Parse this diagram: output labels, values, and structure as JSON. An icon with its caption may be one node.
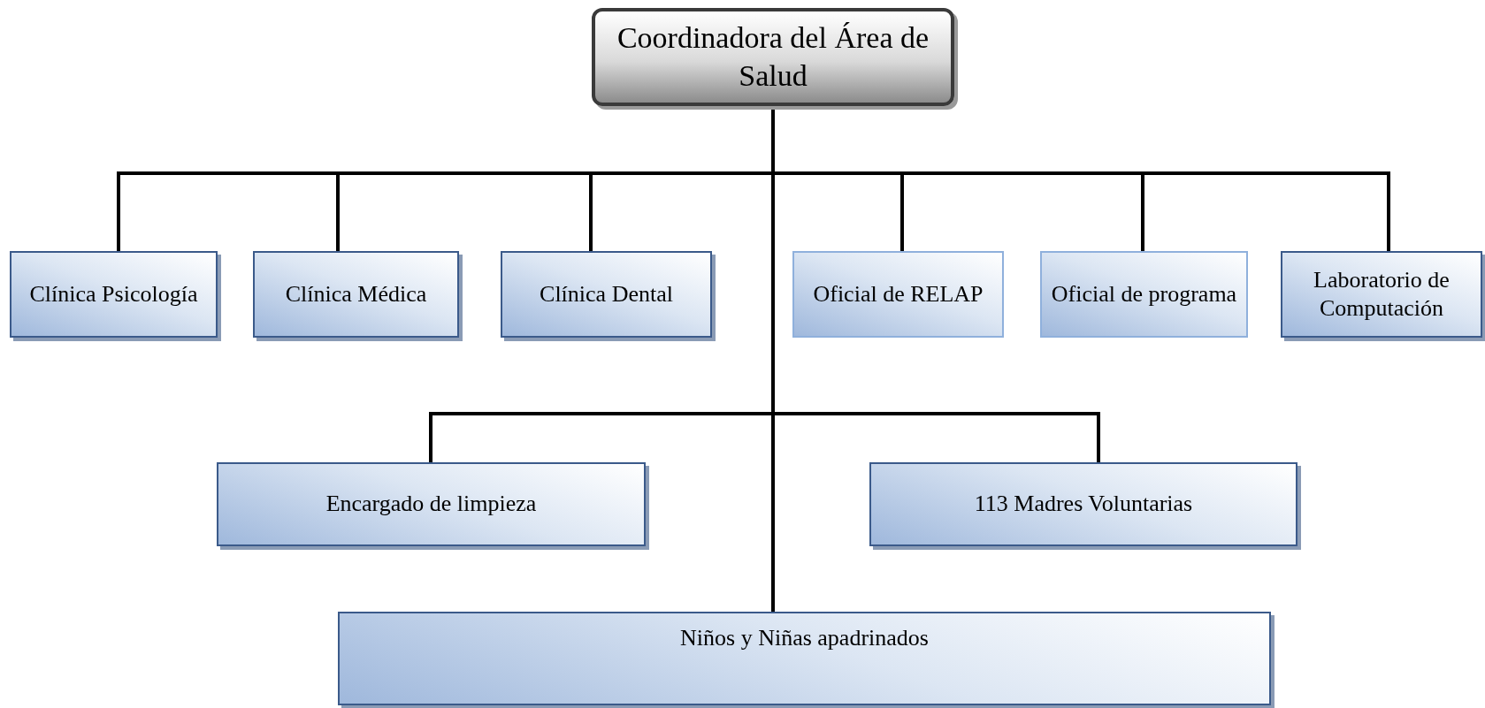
{
  "diagram": {
    "nodes": [
      {
        "text": [
          "Coordinadora del Área de Salud"
        ]
      },
      {
        "text": [
          "Clínica Psicología"
        ]
      },
      {
        "text": [
          "Clínica Médica"
        ]
      },
      {
        "text": [
          "Clínica Dental"
        ]
      },
      {
        "text": [
          "Oficial de RELAP"
        ]
      },
      {
        "text": [
          "Oficial de programa"
        ]
      },
      {
        "text": [
          "Laboratorio de Computación"
        ]
      },
      {
        "text": [
          "Encargado de limpieza"
        ]
      },
      {
        "text": [
          "113 Madres Voluntarias"
        ]
      },
      {
        "text": [
          "Niños y Niñas  apadrinados"
        ]
      }
    ],
    "edges": [
      {
        "from": 0,
        "to": 1,
        "arrow": "none"
      },
      {
        "from": 0,
        "to": 2,
        "arrow": "none"
      },
      {
        "from": 0,
        "to": 3,
        "arrow": "none"
      },
      {
        "from": 0,
        "to": 4,
        "arrow": "none"
      },
      {
        "from": 0,
        "to": 5,
        "arrow": "none"
      },
      {
        "from": 0,
        "to": 6,
        "arrow": "none"
      },
      {
        "from": 0,
        "to": 7,
        "arrow": "none"
      },
      {
        "from": 0,
        "to": 8,
        "arrow": "none"
      },
      {
        "from": 0,
        "to": 9,
        "arrow": "none"
      }
    ]
  }
}
